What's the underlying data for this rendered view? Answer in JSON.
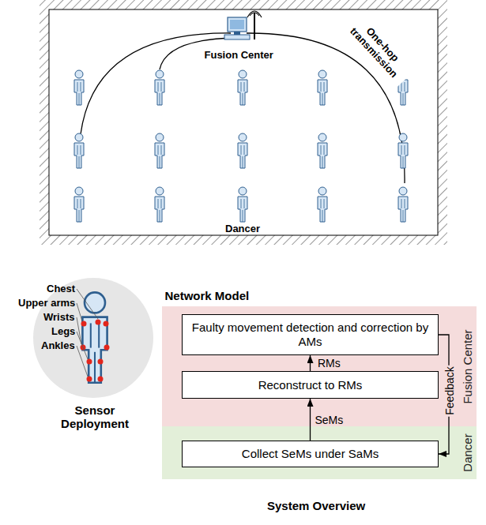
{
  "diagram": {
    "nodes": [
      {
        "text": [
          "Fusion Center"
        ]
      },
      {
        "text": [
          "Faulty movement detection and correction by AMs"
        ],
        "in": 0
      },
      {
        "text": [
          "Reconstruct to RMs"
        ],
        "in": 0
      },
      {
        "text": [
          "Dancer"
        ]
      },
      {
        "text": [
          "Collect SeMs under SaMs"
        ],
        "in": 3
      }
    ],
    "edges": [
      {
        "from": 4,
        "to": 2,
        "label": "SeMs",
        "arrow": "to"
      },
      {
        "from": 2,
        "to": 1,
        "label": "RMs",
        "arrow": "to"
      },
      {
        "from": 1,
        "to": 4,
        "label": "Feedback",
        "arrow": "to"
      }
    ],
    "labels": [
      "Fusion Center",
      "One-hop transmission",
      "Dancer",
      "Chest",
      "Upper arms",
      "Wrists",
      "Legs",
      "Ankles",
      "Sensor Deployment",
      "Network Model",
      "System Overview"
    ]
  }
}
